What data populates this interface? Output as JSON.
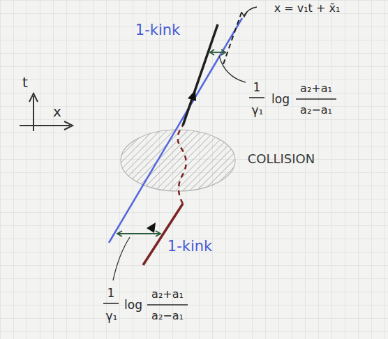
{
  "diagram": {
    "labels": [
      "t",
      "x",
      "1-kink",
      "x = v₁t + x̄₁",
      "1",
      "γ₁",
      "log",
      "a₂+a₁",
      "a₂−a₁",
      "COLLISION",
      "1-kink",
      "1",
      "γ₁",
      "log",
      "a₂+a₁",
      "a₂−a₁"
    ]
  }
}
